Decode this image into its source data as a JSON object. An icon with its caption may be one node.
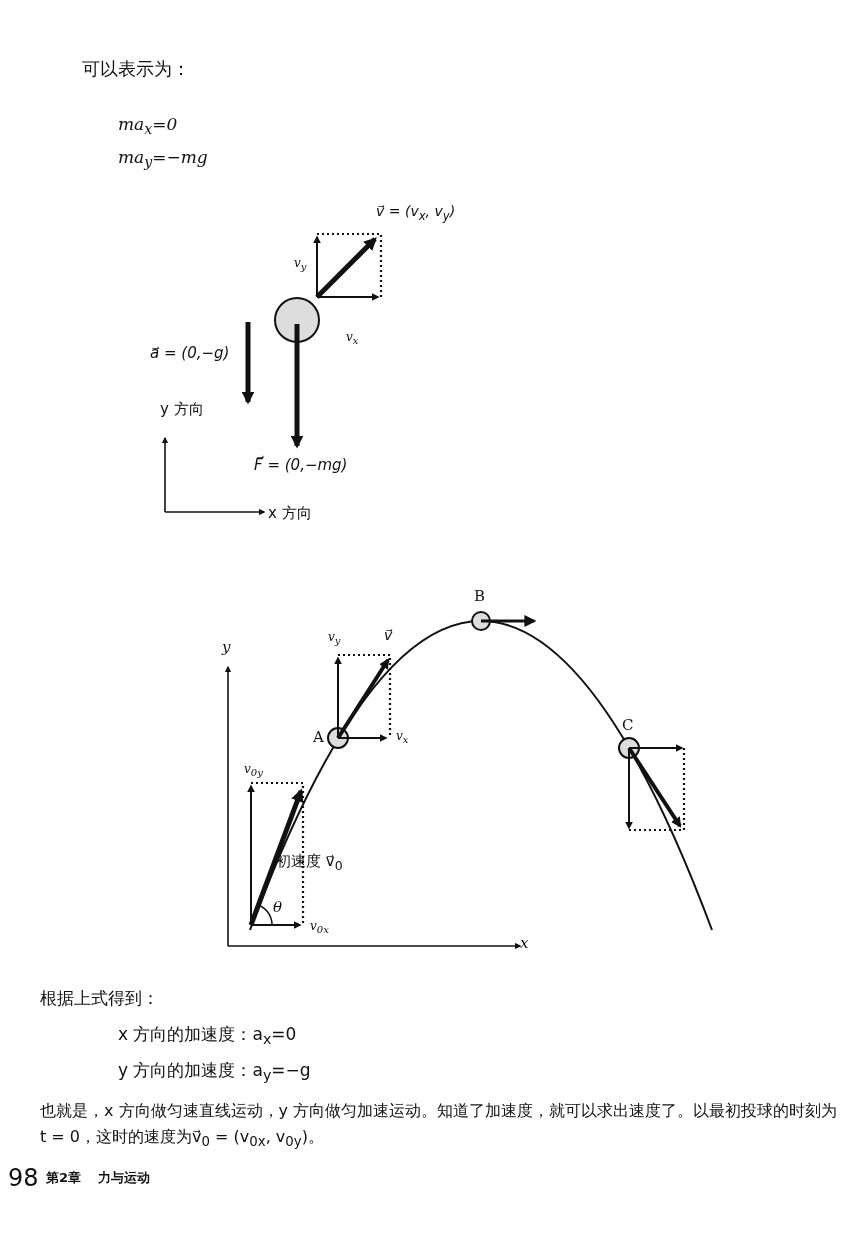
{
  "diagram": {
    "labels": [
      "可以表示为：",
      "ma$_{x}$=0",
      "ma$_{y}$=−mg",
      "v⃗ = (v$_{x}$, v$_{y}$)",
      "v$_{y}$",
      "v$_{x}$",
      "a⃗ = (0,−g)",
      "y 方向",
      "F⃗ = (0,−mg)",
      "x 方向",
      "B",
      "y",
      "v$_{y}$",
      "v⃗",
      "A",
      "v$_{x}$",
      "C",
      "v$_{0y}$",
      "初速度 v⃗$_{0}$",
      "θ",
      "v$_{0x}$",
      "x",
      "根据上式得到：",
      "x 方向的加速度：a$_{x}$=0",
      "y 方向的加速度：a$_{y}$=−g",
      "也就是，x 方向做匀速直线运动，y 方向做匀加速运动。知道了加速度，就可以求出速度了。以最初投球的时刻为 t = 0，这时的速度为v⃗$_{0}$ = (v$_{0x}$, v$_{0y}$)。",
      "98",
      "第2章",
      "力与运动"
    ]
  }
}
